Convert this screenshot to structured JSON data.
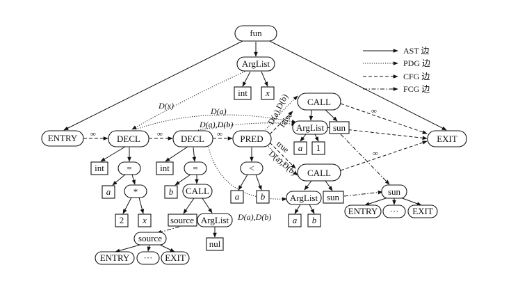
{
  "nodes": {
    "fun": "fun",
    "arglist_top": "ArgList",
    "int_top": "int",
    "x_top": "x",
    "entry": "ENTRY",
    "decl1": "DECL",
    "decl2": "DECL",
    "pred": "PRED",
    "call1": "CALL",
    "arglist_c1": "ArgList",
    "sun_c1": "sun",
    "a_c1": "a",
    "one_c1": "1",
    "call2": "CALL",
    "arglist_c2": "ArgList",
    "sun_c2": "sun",
    "a_c2": "a",
    "b_c2": "b",
    "exit": "EXIT",
    "int_d1": "int",
    "eq_d1": "=",
    "a_d1": "a",
    "mul_d1": "*",
    "two_d1": "2",
    "x_d1": "x",
    "int_d2": "int",
    "eq_d2": "=",
    "b_d2": "b",
    "call_d2": "CALL",
    "source_leaf": "source",
    "arglist_d2": "ArgList",
    "nul": "nul",
    "lt": "<",
    "a_p": "a",
    "b_p": "b",
    "source_fn": "source",
    "src_entry": "ENTRY",
    "src_dots": "···",
    "src_exit": "EXIT",
    "sun_fn": "sun",
    "sun_entry": "ENTRY",
    "sun_dots": "···",
    "sun_exit": "EXIT"
  },
  "edge_labels": {
    "dx": "D(x)",
    "da": "D(a)",
    "dadb_mid": "D(a),D(b)",
    "dadb_up": "D(a),D(b)",
    "false_lbl": "false",
    "true_lbl": "true",
    "dadb_down": "D(a),D(b)",
    "dadb_bottom": "D(a),D(b)",
    "inf": "∞"
  },
  "legend": [
    {
      "style": "ast",
      "label": "AST 边"
    },
    {
      "style": "pdg",
      "label": "PDG 边"
    },
    {
      "style": "cfg",
      "label": "CFG 边"
    },
    {
      "style": "fcg",
      "label": "FCG 边"
    }
  ]
}
